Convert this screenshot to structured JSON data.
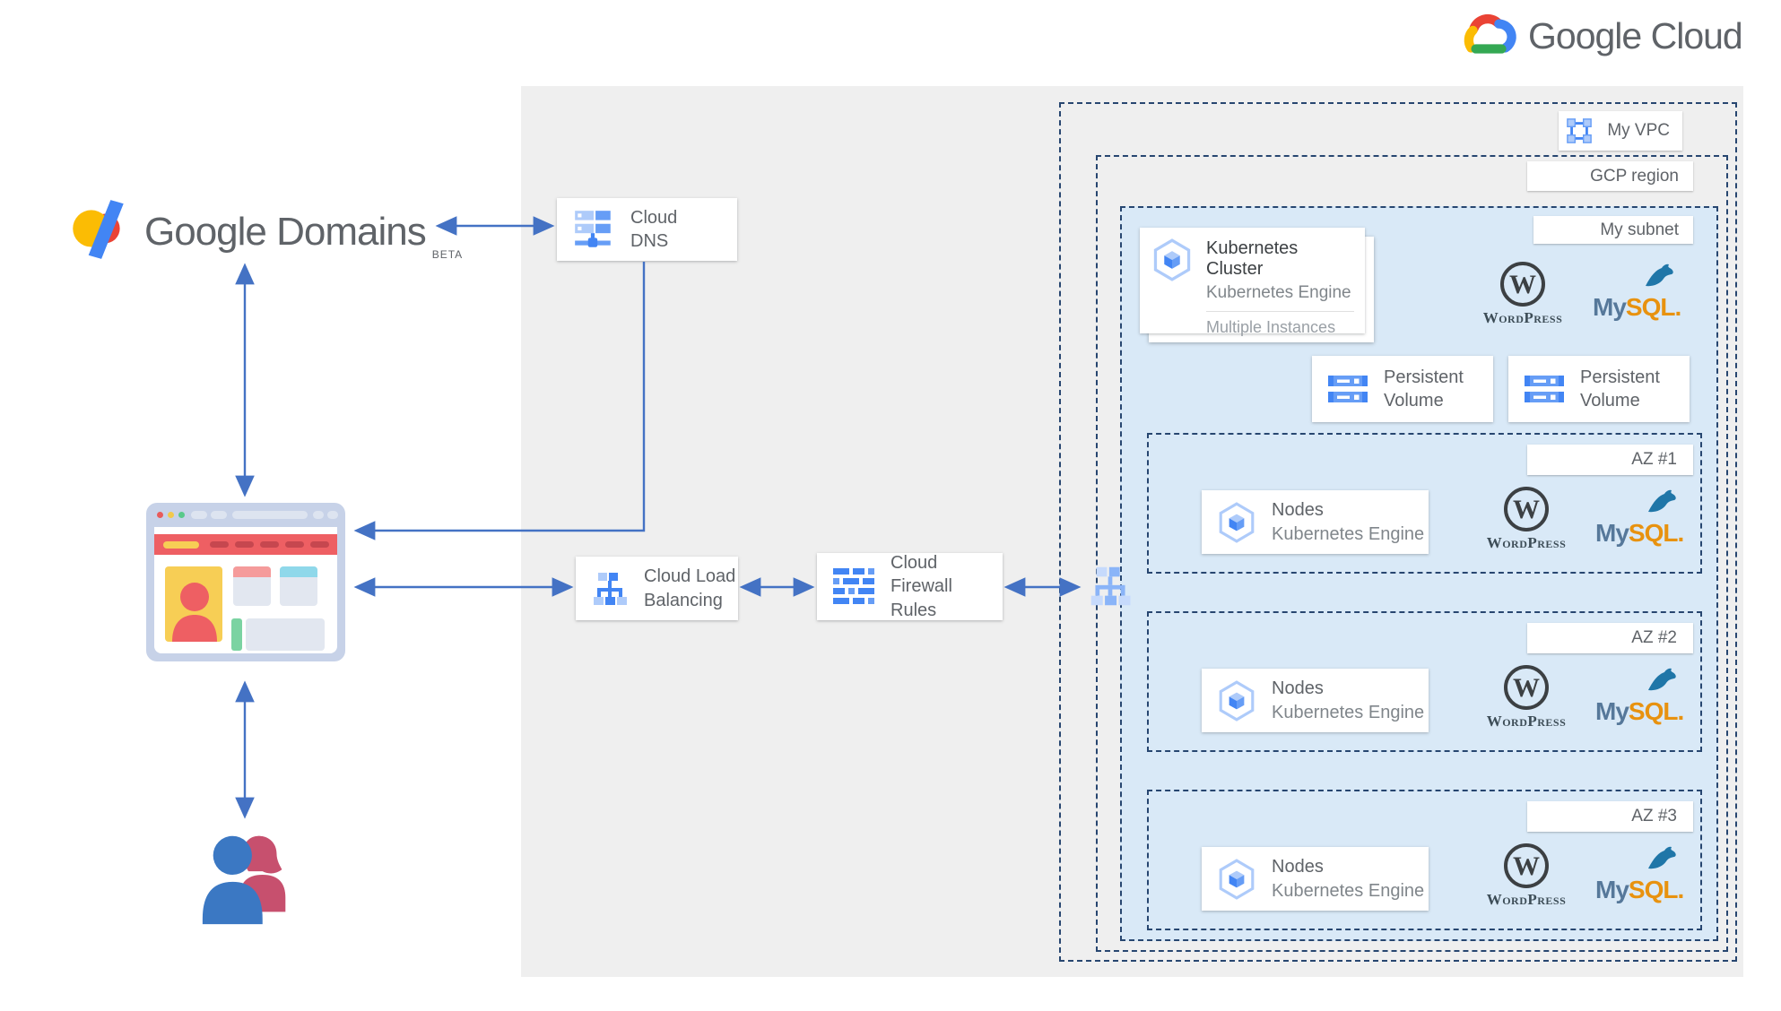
{
  "brand": {
    "google_cloud": "Google Cloud",
    "google_domains": "Google Domains",
    "beta": "BETA"
  },
  "cards": {
    "cloud_dns": {
      "line1": "Cloud",
      "line2": "DNS"
    },
    "cloud_load_balancing": {
      "line1": "Cloud Load",
      "line2": "Balancing"
    },
    "cloud_firewall_rules": {
      "line1": "Cloud",
      "line2": "Firewall Rules"
    },
    "kubernetes_cluster": {
      "title": "Kubernetes Cluster",
      "subtitle": "Kubernetes Engine",
      "note": "Multiple Instances"
    },
    "persistent_volume": {
      "line1": "Persistent",
      "line2": "Volume"
    },
    "nodes": {
      "title": "Nodes",
      "subtitle": "Kubernetes Engine"
    }
  },
  "zones": {
    "vpc_label": "My VPC",
    "region_label": "GCP region",
    "subnet_label": "My subnet",
    "azs": [
      {
        "label": "AZ #1"
      },
      {
        "label": "AZ #2"
      },
      {
        "label": "AZ #3"
      }
    ]
  },
  "logos": {
    "wordpress_w": "W",
    "wordpress_text": "WordPress",
    "mysql_my": "My",
    "mysql_sql": "SQL",
    "mysql_dot": "."
  },
  "colors": {
    "accent_blue": "#4285f4",
    "light_blue": "#aecbfa",
    "mid_blue": "#669df6",
    "arrow_blue": "#4472c4",
    "dashed_navy": "#274670",
    "subnet_bg": "#d9e9f7",
    "panel_gray": "#efefef"
  }
}
